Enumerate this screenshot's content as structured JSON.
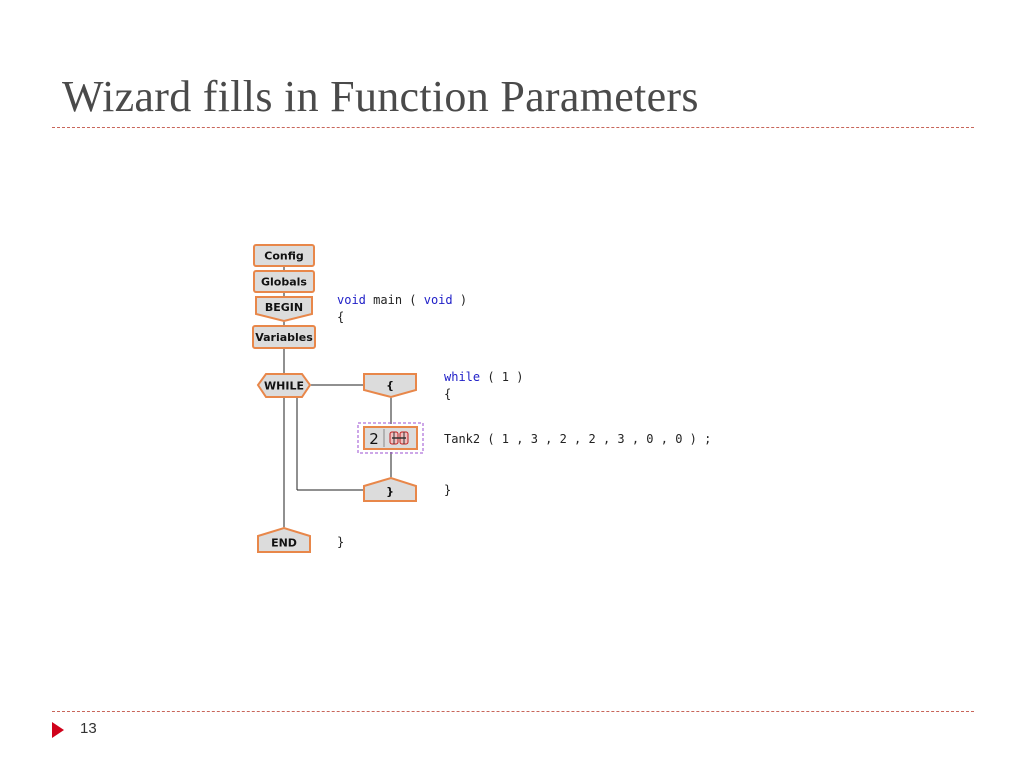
{
  "title": "Wizard fills in Function Parameters",
  "page_number": "13",
  "blocks": {
    "config": "Config",
    "globals": "Globals",
    "begin": "BEGIN",
    "variables": "Variables",
    "while": "WHILE",
    "open_brace": "{",
    "function_number": "2",
    "close_brace": "}",
    "end": "END"
  },
  "code": {
    "main_keyword1": "void",
    "main_text": "main (",
    "main_keyword2": "void",
    "main_close": ")",
    "main_open_brace": "{",
    "while_keyword": "while",
    "while_args": "( 1 )",
    "while_open_brace": "{",
    "call_line": "Tank2 ( 1 , 3 , 2 , 2 , 3 , 0 , 0 ) ;",
    "while_close_brace": "}",
    "main_close_brace": "}"
  },
  "colors": {
    "block_fill": "#dcdcdc",
    "block_border": "#e8874a",
    "keyword": "#2020c8",
    "rule": "#c8665a",
    "marker": "#d0021b"
  }
}
